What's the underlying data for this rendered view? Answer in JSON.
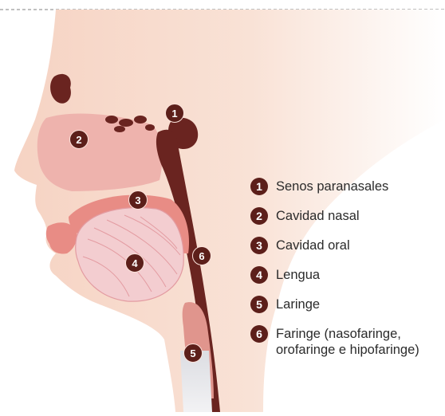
{
  "diagram": {
    "colors": {
      "skin": "#f7dccf",
      "cavity": "#ec9f99",
      "tongue": "#f3cdd0",
      "dark": "#5c1f1a",
      "badge": "#5c1f1a"
    }
  },
  "markers": [
    "1",
    "2",
    "3",
    "4",
    "5",
    "6"
  ],
  "legend": [
    {
      "num": "1",
      "label": "Senos paranasales"
    },
    {
      "num": "2",
      "label": "Cavidad nasal"
    },
    {
      "num": "3",
      "label": "Cavidad oral"
    },
    {
      "num": "4",
      "label": "Lengua"
    },
    {
      "num": "5",
      "label": "Laringe"
    },
    {
      "num": "6",
      "label": "Faringe (nasofaringe,\norofaringe e hipofaringe)"
    }
  ]
}
